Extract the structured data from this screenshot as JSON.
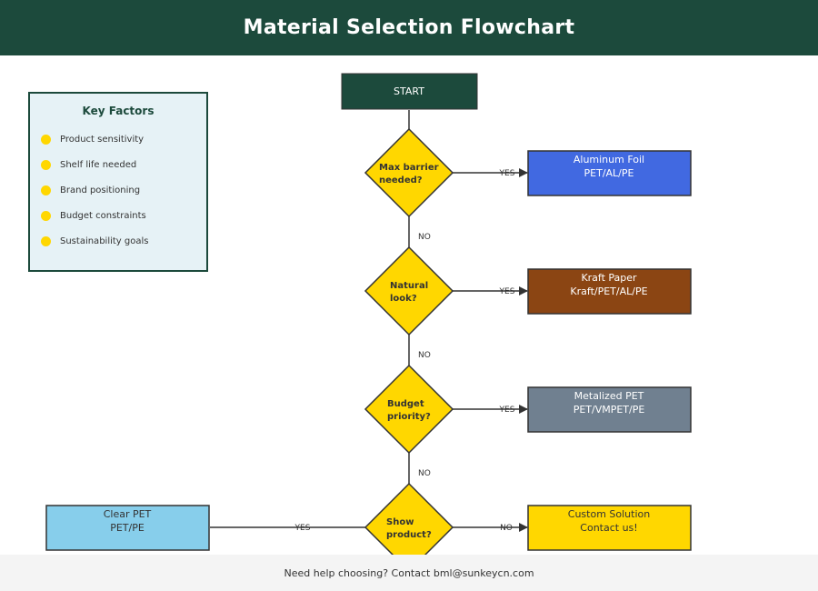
{
  "header": {
    "title": "Material Selection Flowchart"
  },
  "key_factors": {
    "title": "Key Factors",
    "items": [
      "Product sensitivity",
      "Shelf life needed",
      "Brand positioning",
      "Budget constraints",
      "Sustainability goals"
    ]
  },
  "flow": {
    "start": "START",
    "decisions": [
      {
        "line1": "Max barrier",
        "line2": "needed?"
      },
      {
        "line1": "Natural",
        "line2": "look?"
      },
      {
        "line1": "Budget",
        "line2": "priority?"
      },
      {
        "line1": "Show",
        "line2": "product?"
      }
    ],
    "edge_labels": {
      "yes": "YES",
      "no": "NO"
    },
    "outcomes": {
      "aluminum": {
        "line1": "Aluminum Foil",
        "line2": "PET/AL/PE",
        "color": "#4169e1"
      },
      "kraft": {
        "line1": "Kraft Paper",
        "line2": "Kraft/PET/AL/PE",
        "color": "#8b4513"
      },
      "metalized": {
        "line1": "Metalized PET",
        "line2": "PET/VMPET/PE",
        "color": "#708090"
      },
      "clear_pet": {
        "line1": "Clear PET",
        "line2": "PET/PE",
        "color": "#87ceeb"
      },
      "custom": {
        "line1": "Custom Solution",
        "line2": "Contact us!",
        "color": "#ffd700"
      }
    },
    "colors": {
      "header": "#1c4a3c",
      "decision": "#ffd700",
      "stroke": "#333333"
    }
  },
  "footer": {
    "text": "Need help choosing? Contact bml@sunkeycn.com"
  }
}
